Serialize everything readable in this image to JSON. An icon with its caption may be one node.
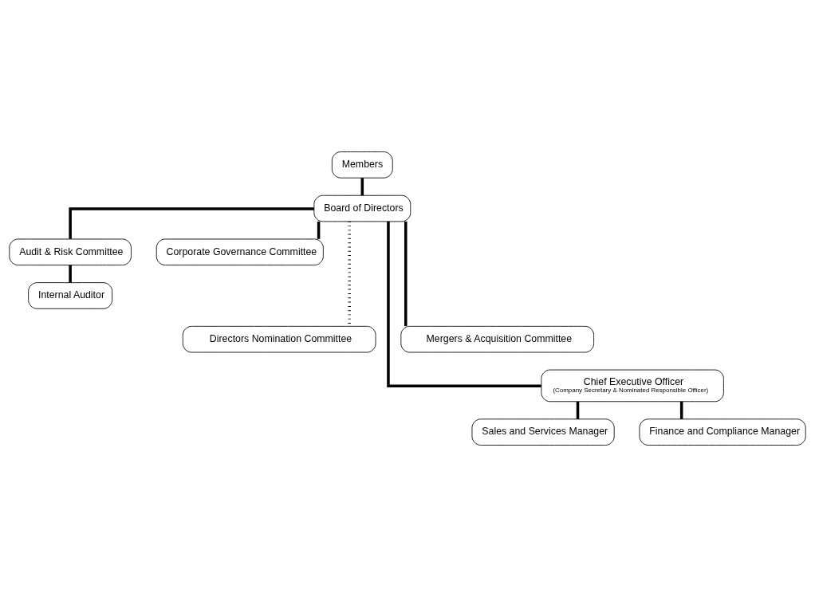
{
  "diagram": {
    "nodes": [
      {
        "text": [
          "Members"
        ]
      },
      {
        "text": [
          "Board of Directors"
        ]
      },
      {
        "text": [
          "Audit & Risk Committee"
        ]
      },
      {
        "text": [
          "Corporate Governance Committee"
        ]
      },
      {
        "text": [
          "Internal Auditor"
        ]
      },
      {
        "text": [
          "Directors Nomination Committee"
        ]
      },
      {
        "text": [
          "Mergers & Acquisition Committee"
        ]
      },
      {
        "text": [
          "Chief Executive Officer",
          "(Company Secretary & Nominated Responsible Officer)"
        ]
      },
      {
        "text": [
          "Sales and Services Manager"
        ]
      },
      {
        "text": [
          "Finance and Compliance Manager"
        ]
      }
    ],
    "edges": [
      {
        "from": 0,
        "to": 1,
        "arrow": "none"
      },
      {
        "from": 1,
        "to": 2,
        "arrow": "none"
      },
      {
        "from": 1,
        "to": 3,
        "arrow": "none"
      },
      {
        "from": 2,
        "to": 4,
        "arrow": "none"
      },
      {
        "from": 1,
        "to": 5,
        "arrow": "none",
        "style": "dashed"
      },
      {
        "from": 1,
        "to": 6,
        "arrow": "none"
      },
      {
        "from": 1,
        "to": 7,
        "arrow": "none"
      },
      {
        "from": 7,
        "to": 8,
        "arrow": "none"
      },
      {
        "from": 7,
        "to": 9,
        "arrow": "none"
      }
    ]
  }
}
